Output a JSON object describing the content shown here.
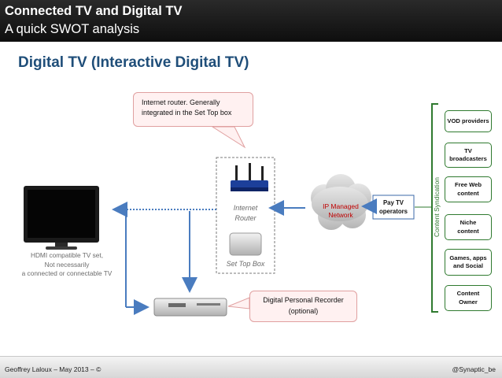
{
  "header": {
    "title_line1": "Connected TV and Digital TV",
    "title_line2": "A quick SWOT analysis"
  },
  "subtitle": "Digital TV (Interactive Digital TV)",
  "callouts": {
    "router": "Internet router. Generally integrated in the Set Top box",
    "recorder": "Digital Personal Recorder (optional)"
  },
  "tv": {
    "caption_line1": "HDMI compatible TV set,",
    "caption_line2": "Not necessarily",
    "caption_line3": "a connected or connectable TV"
  },
  "box_labels": {
    "router_line1": "Internet",
    "router_line2": "Router",
    "set_top_box": "Set Top Box"
  },
  "network": {
    "line1": "IP Managed",
    "line2": "Network"
  },
  "operators": {
    "line1": "Pay TV",
    "line2": "operators"
  },
  "syndication_label": "Content Syndication",
  "providers": [
    {
      "line1": "VOD providers",
      "line2": ""
    },
    {
      "line1": "TV",
      "line2": "broadcasters"
    },
    {
      "line1": "Free Web",
      "line2": "content"
    },
    {
      "line1": "Niche",
      "line2": "content"
    },
    {
      "line1": "Games, apps",
      "line2": "and Social"
    },
    {
      "line1": "Content",
      "line2": "Owner"
    }
  ],
  "footer": {
    "left": "Geoffrey Laloux – May  2013 – ©",
    "right": "@Synaptic_be"
  },
  "colors": {
    "title_blue": "#1f4e79",
    "callout_fill": "#fff1f1",
    "network_red": "#c00000",
    "syndication_green": "#2f7a2f",
    "arrow_blue": "#4a7cbf"
  }
}
